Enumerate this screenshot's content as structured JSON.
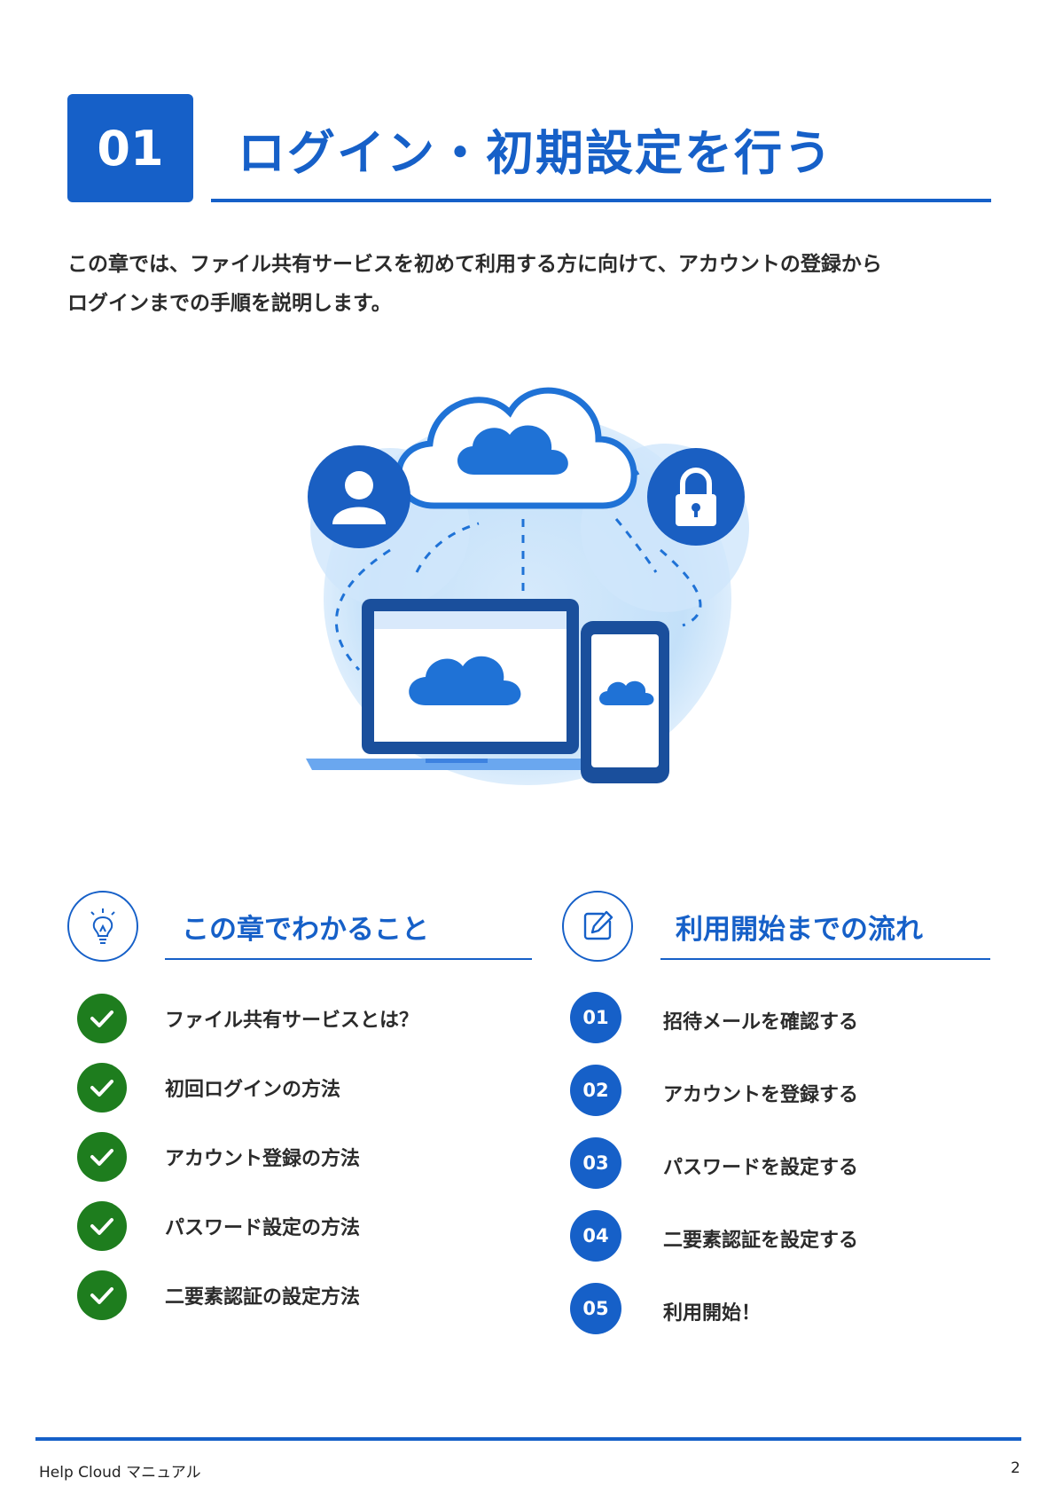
{
  "chapter": {
    "number": "01",
    "title": "ログイン・初期設定を行う"
  },
  "intro": {
    "line1": "この章では、ファイル共有サービスを初めて利用する方に向けて、アカウントの登録から",
    "line2": "ログインまでの手順を説明します。"
  },
  "learn": {
    "heading": "この章でわかること",
    "items": [
      "ファイル共有サービスとは？",
      "初回ログインの方法",
      "アカウント登録の方法",
      "パスワード設定の方法",
      "二要素認証の設定方法"
    ]
  },
  "flow": {
    "heading": "利用開始までの流れ",
    "steps": [
      {
        "num": "01",
        "label": "招待メールを確認する"
      },
      {
        "num": "02",
        "label": "アカウントを登録する"
      },
      {
        "num": "03",
        "label": "パスワードを設定する"
      },
      {
        "num": "04",
        "label": "二要素認証を設定する"
      },
      {
        "num": "05",
        "label": "利用開始！"
      }
    ]
  },
  "footer": {
    "manual_title": "Help Cloud マニュアル",
    "page_number": "2"
  },
  "colors": {
    "brand_blue": "#1660c8",
    "check_green": "#1e7d1e",
    "text": "#2b2b2b"
  },
  "icons": {
    "learn": "lightbulb-icon",
    "flow": "edit-note-icon",
    "check": "checkmark-icon",
    "illustration": [
      "cloud-icon",
      "user-icon",
      "lock-icon",
      "laptop-icon",
      "smartphone-icon"
    ]
  }
}
